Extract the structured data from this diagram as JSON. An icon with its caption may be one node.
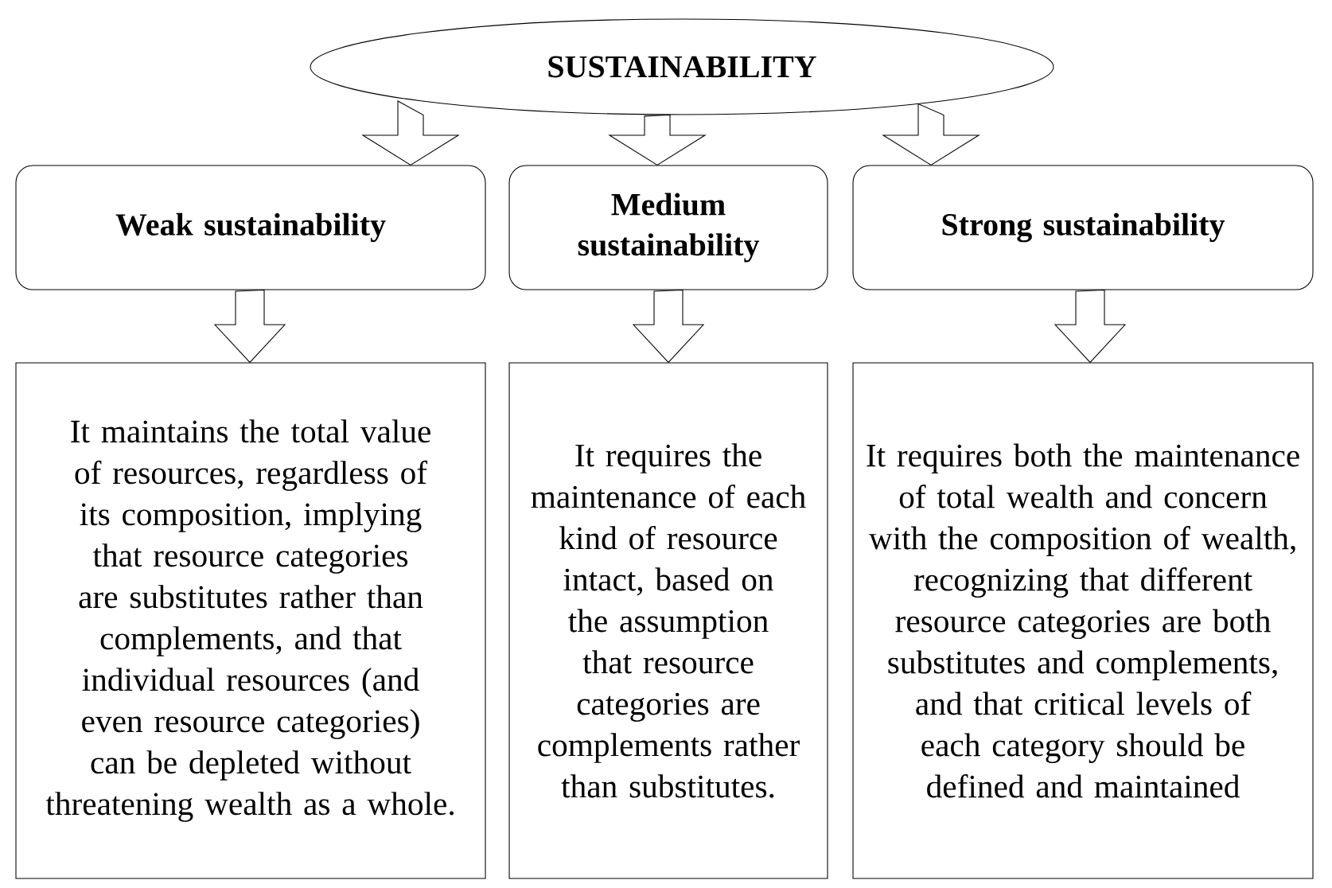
{
  "diagram": {
    "nodes": [
      {
        "text": [
          "SUSTAINABILITY"
        ]
      },
      {
        "text": [
          "Weak sustainability"
        ]
      },
      {
        "text": [
          "Medium sustainability"
        ]
      },
      {
        "text": [
          "Strong sustainability"
        ]
      },
      {
        "text": [
          "It maintains the total value of resources, regardless of its composition, implying that resource categories are substitutes rather than complements, and that individual resources (and even resource categories) can be depleted without threatening wealth as a whole."
        ]
      },
      {
        "text": [
          "It requires the maintenance of each kind of resource intact, based on the assumption that resource categories are complements rather than substitutes."
        ]
      },
      {
        "text": [
          "It requires both the maintenance of total wealth and concern with the composition of wealth, recognizing that different resource categories are both substitutes and complements, and that critical levels of each category should be defined and maintained"
        ]
      }
    ],
    "edges": [
      {
        "from": 0,
        "to": 1,
        "arrow": "to"
      },
      {
        "from": 0,
        "to": 2,
        "arrow": "to"
      },
      {
        "from": 0,
        "to": 3,
        "arrow": "to"
      },
      {
        "from": 1,
        "to": 4,
        "arrow": "to"
      },
      {
        "from": 2,
        "to": 5,
        "arrow": "to"
      },
      {
        "from": 3,
        "to": 6,
        "arrow": "to"
      }
    ]
  }
}
